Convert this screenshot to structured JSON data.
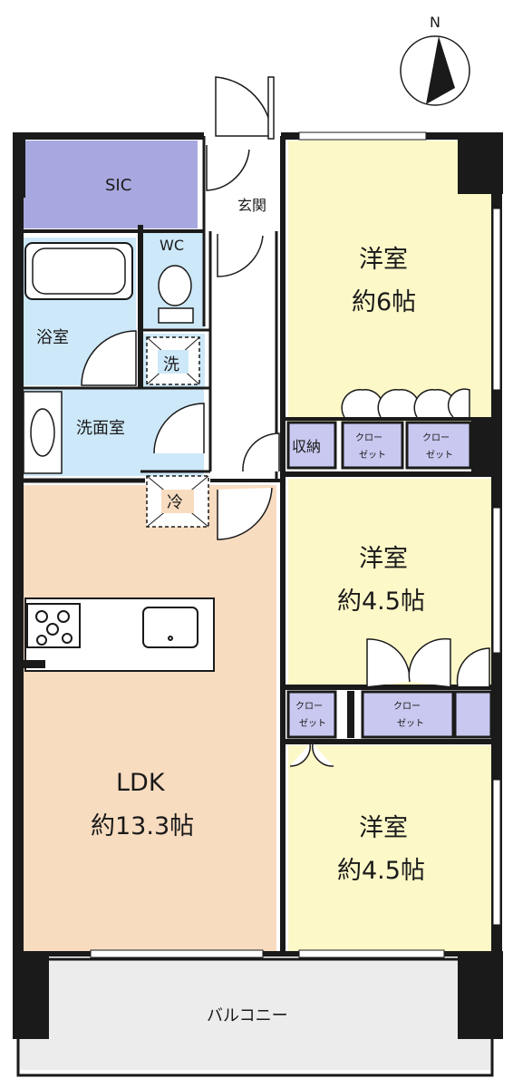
{
  "compass": {
    "letter": "N"
  },
  "rooms": {
    "sic": "SIC",
    "entrance": "玄関",
    "wc": "WC",
    "bath": "浴室",
    "washroom": "洗面室",
    "washer": "洗",
    "fridge": "冷",
    "bedroom1": {
      "name": "洋室",
      "size": "約6帖"
    },
    "bedroom2": {
      "name": "洋室",
      "size": "約4.5帖"
    },
    "bedroom3": {
      "name": "洋室",
      "size": "約4.5帖"
    },
    "ldk": {
      "name": "LDK",
      "size": "約13.3帖"
    },
    "storage": "収納",
    "closet1": [
      "クロー",
      "ゼット"
    ],
    "closet2": [
      "クロー",
      "ゼット"
    ],
    "closet3": [
      "クロー",
      "ゼット"
    ],
    "closet4": [
      "クロー",
      "ゼット"
    ],
    "balcony": "バルコニー"
  },
  "colors": {
    "wall": "#1a1a1a",
    "sic": "#a8a8e0",
    "closet": "#c8c8f0",
    "bedroom": "#fdf8c8",
    "ldk": "#f8dcc0",
    "wet": "#cde8f8",
    "balcony": "#ececec"
  }
}
